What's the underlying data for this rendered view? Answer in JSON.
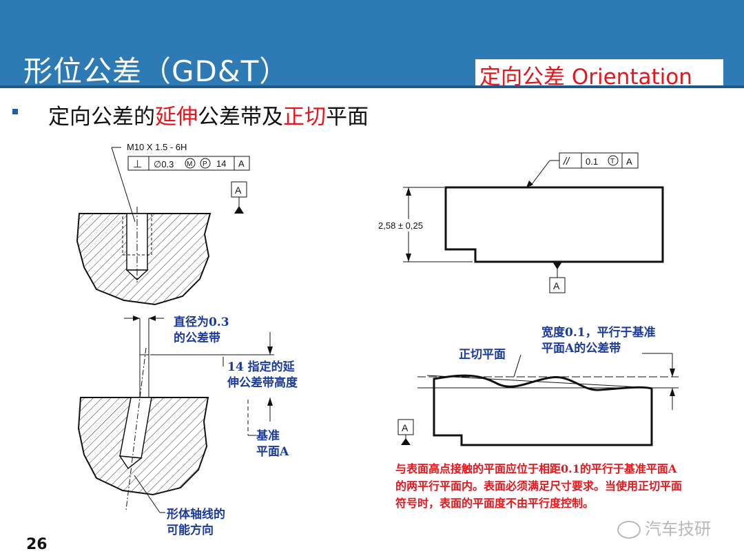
{
  "header": {
    "title": "形位公差（GD&T）",
    "subtitle": "定向公差 Orientation"
  },
  "heading": {
    "part1": "定向公差的",
    "part2": "延伸",
    "part3": "公差带及",
    "part4": "正切",
    "part5": "平面"
  },
  "fig_top_left": {
    "thread_callout": "M10 X 1.5 - 6H",
    "frame": {
      "symbol": "⊥",
      "tolerance": "∅0.3",
      "mod_m": "M",
      "mod_p": "P",
      "height": "14",
      "datum": "A"
    },
    "datum_label": "A"
  },
  "fig_top_right": {
    "frame": {
      "symbol": "//",
      "tolerance": "0.1",
      "mod_t": "T",
      "datum": "A"
    },
    "dimension": "2,58 ± 0,25",
    "datum_label": "A"
  },
  "fig_bottom_left": {
    "note_diameter": [
      "直径为0.3",
      "的公差带"
    ],
    "note_height": [
      "14 指定的延",
      "伸公差带高度"
    ],
    "note_datum": [
      "基准",
      "平面A"
    ],
    "note_axis": [
      "形体轴线的",
      "可能方向"
    ]
  },
  "fig_bottom_right": {
    "note_tangent": "正切平面",
    "note_width": [
      "宽度0.1，平行于基准",
      "平面A的公差带"
    ],
    "datum_label": "A",
    "explanation": "与表面高点接触的平面应位于相距0.1的平行于基准平面A的两平行平面内。表面必须满足尺寸要求。当使用正切平面符号时，表面的平面度不由平行度控制。"
  },
  "footer": {
    "page_number": "26",
    "watermark": "汽车技研"
  },
  "colors": {
    "header_blue": "#2e7ab4",
    "accent_red": "#e8151b",
    "note_blue": "#1a3a9e"
  }
}
